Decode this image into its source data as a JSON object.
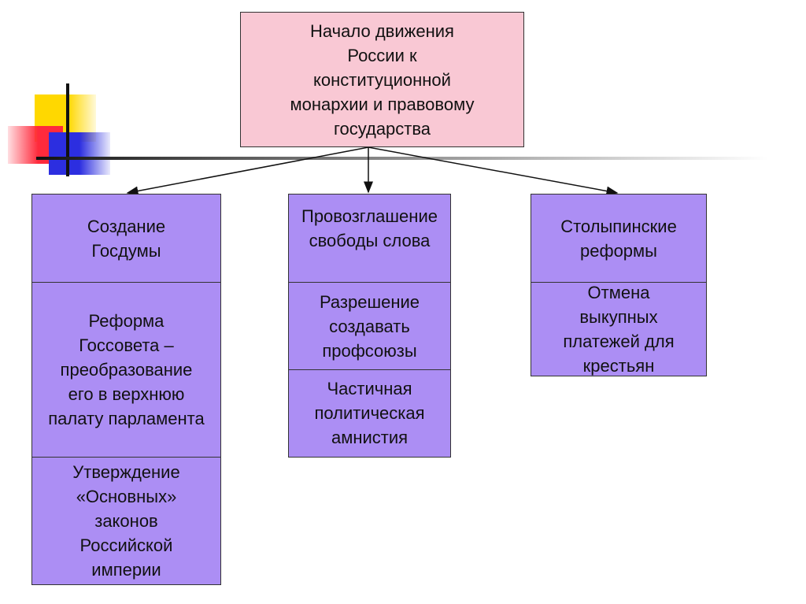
{
  "root": {
    "text": "Начало движения\nРоссии к\nконституционной\nмонархии и правовому\nгосударства"
  },
  "columns": {
    "left": [
      "Создание\nГосдумы",
      "Реформа\nГоссовета –\nпреобразование\nего в верхнюю\nпалату парламента",
      "Утверждение\n«Основных»\nзаконов\nРоссийской\nимперии"
    ],
    "middle": [
      "Провозглашение\nсвободы слова",
      "Разрешение\nсоздавать\nпрофсоюзы",
      "Частичная\nполитическая\nамнистия"
    ],
    "right": [
      "Столыпинские\nреформы",
      "Отмена\nвыкупных\nплатежей для\nкрестьян"
    ]
  },
  "colors": {
    "root_fill": "#f9c8d4",
    "column_fill": "#ac8ef4",
    "deco_yellow": "#ffd800",
    "deco_red": "#ff2a3c",
    "deco_blue": "#2c2ee0"
  }
}
